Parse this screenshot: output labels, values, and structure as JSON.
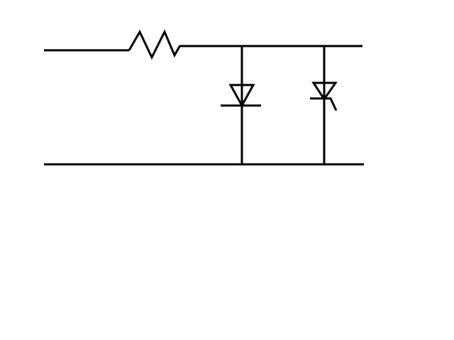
{
  "diagram": {
    "type": "circuit-schematic",
    "background_color": "#ffffff",
    "stroke_color": "#000000",
    "components": [
      {
        "kind": "resistor",
        "icon": "resistor-icon"
      },
      {
        "kind": "diode",
        "icon": "diode-icon"
      },
      {
        "kind": "zener-diode",
        "icon": "zener-diode-icon"
      }
    ],
    "labels": []
  }
}
